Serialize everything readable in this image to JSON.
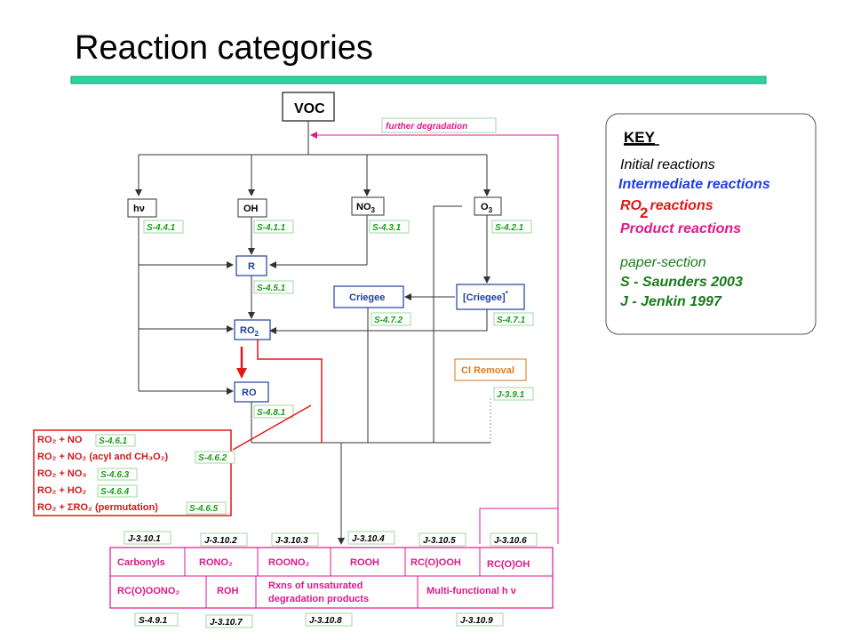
{
  "title": "Reaction categories",
  "voc_label": "VOC",
  "further_degradation": "further degradation",
  "initiators": {
    "hv": "hν",
    "oh": "OH",
    "no3": "NO",
    "no3_sub": "3",
    "o3": "O",
    "o3_sub": "3"
  },
  "intermediates": {
    "r": "R",
    "ro2": "RO",
    "ro2_sub": "2",
    "ro": "RO",
    "criegee": "Criegee",
    "criegee_star": "[Criegee]",
    "star": "*"
  },
  "cl_removal": "Cl Removal",
  "refs": {
    "s441": "S-4.4.1",
    "s411": "S-4.1.1",
    "s431": "S-4.3.1",
    "s421": "S-4.2.1",
    "s451": "S-4.5.1",
    "s472": "S-4.7.2",
    "s471": "S-4.7.1",
    "s481": "S-4.8.1",
    "j391": "J-3.9.1",
    "s461": "S-4.6.1",
    "s462": "S-4.6.2",
    "s463": "S-4.6.3",
    "s464": "S-4.6.4",
    "s465": "S-4.6.5"
  },
  "ro2_reactions": [
    "RO₂ + NO",
    "RO₂ + NO₂ (acyl and CH₃O₂)",
    "RO₂ + NO₃",
    "RO₂ + HO₂",
    "RO₂ + ΣRO₂ (permutation)"
  ],
  "product_refs_top": [
    "J-3.10.1",
    "J-3.10.2",
    "J-3.10.3",
    "J-3.10.4",
    "J-3.10.5",
    "J-3.10.6"
  ],
  "products_row1": [
    "Carbonyls",
    "RONO₂",
    "ROONO₂",
    "ROOH",
    "RC(O)OOH",
    "RC(O)OH"
  ],
  "products_row2": [
    "RC(O)OONO₂",
    "ROH",
    "Rxns of unsaturated",
    "degradation products",
    "Multi-functional h ν"
  ],
  "product_refs_bottom": [
    "S-4.9.1",
    "J-3.10.7",
    "J-3.10.8",
    "J-3.10.9"
  ],
  "key": {
    "title": "KEY",
    "initial": "Initial reactions",
    "intermediate": "Intermediate reactions",
    "ro2_a": "RO",
    "ro2_sub": "2",
    "ro2_b": "reactions",
    "product": "Product reactions",
    "paper_section": "paper-section",
    "saunders": "S - Saunders 2003",
    "jenkin": "J - Jenkin 1997"
  },
  "colors": {
    "accent_bar": "#2bd5a0",
    "initial": "#000000",
    "intermediate": "#1f3fe0",
    "ro2": "#e01818",
    "product": "#e0188c",
    "ref": "#1a9e1a"
  }
}
